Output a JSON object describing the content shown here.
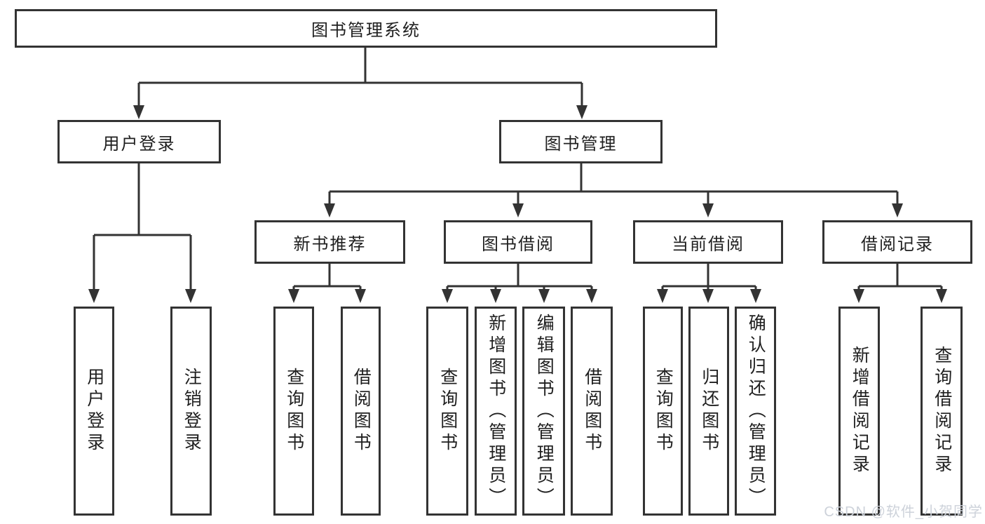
{
  "diagram_type": "hierarchy-tree",
  "tree": {
    "label": "图书管理系统",
    "children": [
      {
        "label": "用户登录",
        "children": [
          {
            "label": "用户登录"
          },
          {
            "label": "注销登录"
          }
        ]
      },
      {
        "label": "图书管理",
        "children": [
          {
            "label": "新书推荐",
            "children": [
              {
                "label": "查询图书"
              },
              {
                "label": "借阅图书"
              }
            ]
          },
          {
            "label": "图书借阅",
            "children": [
              {
                "label": "查询图书"
              },
              {
                "label": "新增图书（管理员）"
              },
              {
                "label": "编辑图书（管理员）"
              },
              {
                "label": "借阅图书"
              }
            ]
          },
          {
            "label": "当前借阅",
            "children": [
              {
                "label": "查询图书"
              },
              {
                "label": "归还图书"
              },
              {
                "label": "确认归还（管理员）"
              }
            ]
          },
          {
            "label": "借阅记录",
            "children": [
              {
                "label": "新增借阅记录"
              },
              {
                "label": "查询借阅记录"
              }
            ]
          }
        ]
      }
    ]
  },
  "watermark": "CSDN @软件_小贺同学",
  "colors": {
    "line": "#333333",
    "border": "#333333",
    "text": "#1f1f1f",
    "watermark": "#cdd2da",
    "background": "#ffffff"
  }
}
